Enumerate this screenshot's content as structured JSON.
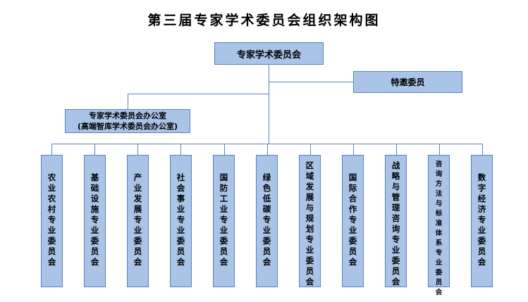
{
  "title": "第三届专家学术委员会组织架构图",
  "root": "专家学术委员会",
  "special": "特邀委员",
  "office": {
    "line1": "专家学术委员会办公室",
    "line2": "(高端智库学术委员会办公室)"
  },
  "committees": [
    {
      "label": "农业农村专业委员会"
    },
    {
      "label": "基础设施专业委员会"
    },
    {
      "label": "产业发展专业委员会"
    },
    {
      "label": "社会事业专业委员会"
    },
    {
      "label": "国防工业专业委员会"
    },
    {
      "label": "绿色低碳专业委员会"
    },
    {
      "label": "区域发展与规划专业委员会"
    },
    {
      "label": "国际合作专业委员会"
    },
    {
      "label": "战略与管理咨询专业委员会"
    },
    {
      "label": "咨询方法与标准体系专业委员会"
    },
    {
      "label": "数字经济专业委员会"
    }
  ],
  "colors": {
    "box_fill": "#a9c4e7",
    "box_border": "#5b82b8",
    "connector": "#5b82b8"
  }
}
